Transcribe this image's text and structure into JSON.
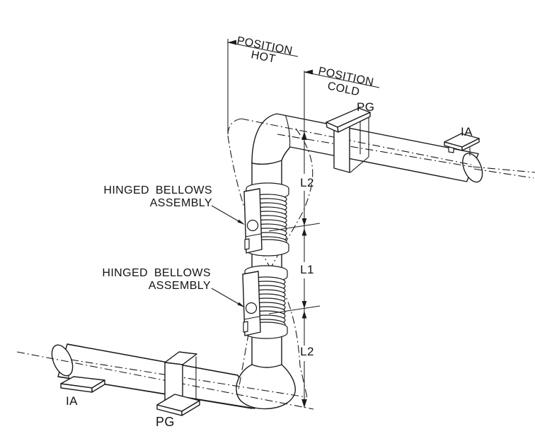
{
  "drawing": {
    "colors": {
      "line": "#1b1b1b",
      "background": "#ffffff"
    },
    "position_hot": {
      "line1": "POSITION",
      "line2": "HOT"
    },
    "position_cold": {
      "line1": "POSITION",
      "line2": "COLD"
    },
    "supports": {
      "pg_top": "PG",
      "ia_top": "IA",
      "ia_bottom": "IA",
      "pg_bottom": "PG"
    },
    "callouts": {
      "upper_bellows": {
        "line1": "HINGED BELLOWS",
        "line2": "ASSEMBLY"
      },
      "lower_bellows": {
        "line1": "HINGED BELLOWS",
        "line2": "ASSEMBLY"
      }
    },
    "dimensions": {
      "upper": "L2",
      "middle": "L1",
      "lower": "L2"
    }
  }
}
